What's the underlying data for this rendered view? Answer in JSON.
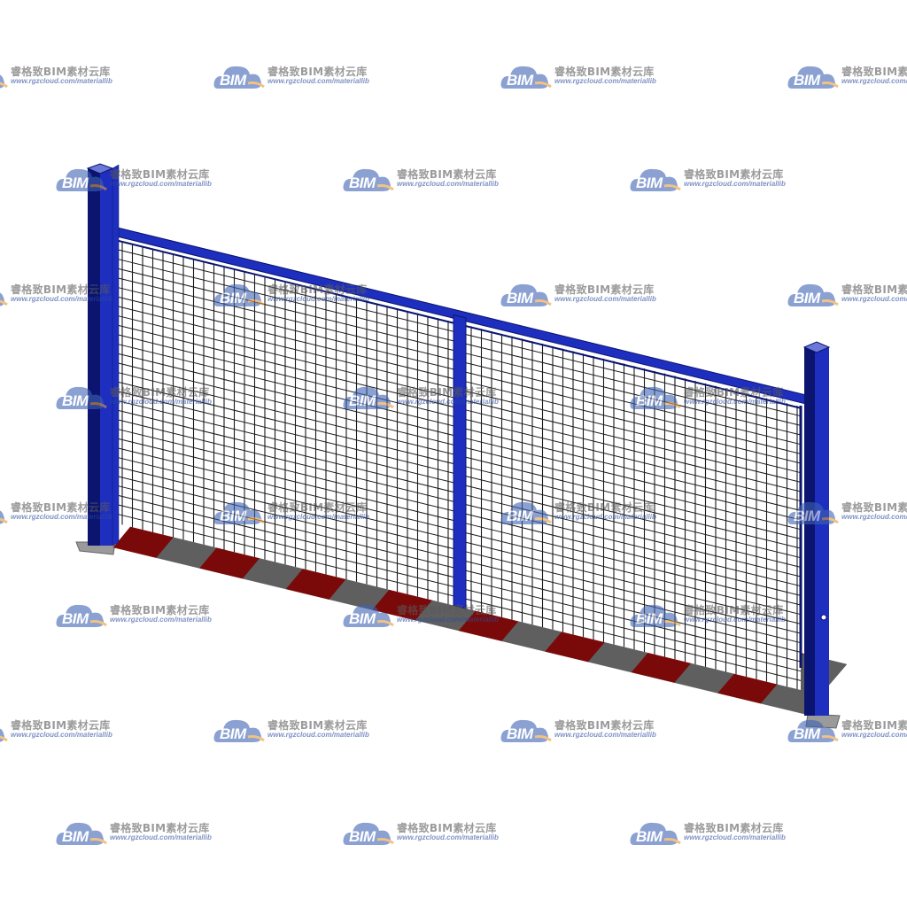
{
  "watermark": {
    "title": "睿格致BIM素材云库",
    "url": "www.rgzcloud.com/materiallib",
    "badge": "BIM"
  },
  "colors": {
    "frame_blue": "#1e2fbf",
    "frame_dark": "#0b1570",
    "mesh": "#1a1a1a",
    "kick_red": "#7a0a0a",
    "kick_grey": "#5f5f5f",
    "base_plate": "#9a9a9a",
    "watermark_cloud": "#3f63b5",
    "watermark_orange": "#e89a33"
  },
  "scene": {
    "object": "site-safety-fence",
    "panel_count": 2,
    "kickboard_stripes": [
      "red",
      "grey",
      "red",
      "grey",
      "red",
      "grey",
      "red",
      "grey",
      "red",
      "grey",
      "red",
      "grey",
      "red",
      "grey",
      "red",
      "grey"
    ]
  }
}
